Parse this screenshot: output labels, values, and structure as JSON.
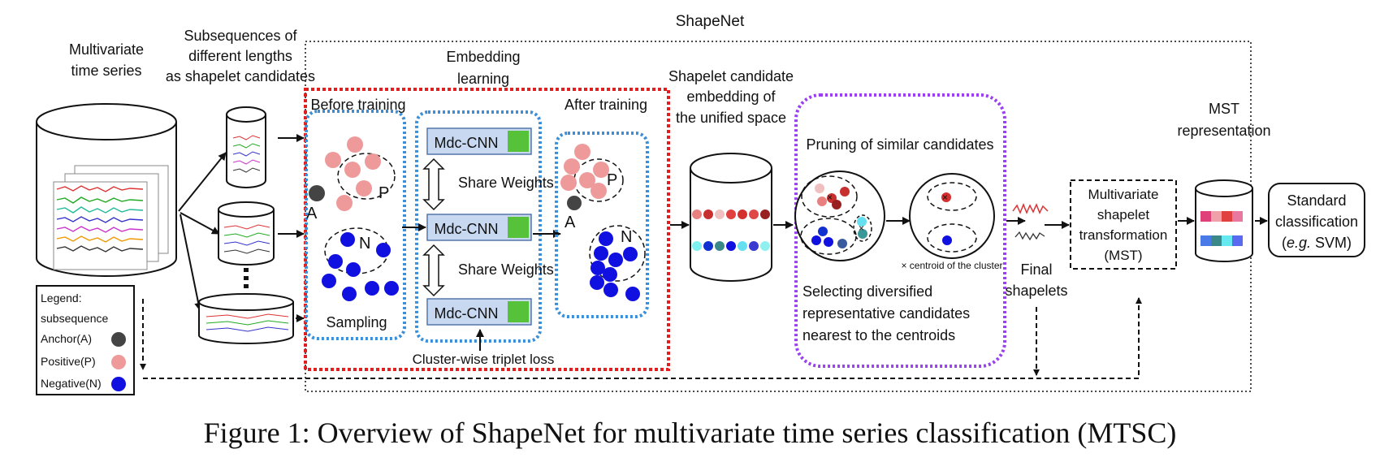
{
  "title": "ShapeNet",
  "input": {
    "label_line1": "Multivariate",
    "label_line2": "time series"
  },
  "subsequences": {
    "label_line1": "Subsequences of",
    "label_line2": "different lengths",
    "label_line3": "as shapelet candidates"
  },
  "embedding": {
    "label_line1": "Embedding",
    "label_line2": "learning",
    "before_training": "Before training",
    "after_training": "After training",
    "sampling": "Sampling",
    "anchor_letter": "A",
    "positive_letter": "P",
    "negative_letter": "N",
    "cnn_label": "Mdc-CNN",
    "share_weights": "Share Weights",
    "loss": "Cluster-wise triplet loss"
  },
  "unified": {
    "label_line1": "Shapelet candidate",
    "label_line2": "embedding of",
    "label_line3": "the unified space"
  },
  "pruning": {
    "title": "Pruning of similar candidates",
    "centroid_note": "× centroid of the cluster",
    "select_line1": "Selecting diversified",
    "select_line2": "representative candidates",
    "select_line3": "nearest to the centroids"
  },
  "final": {
    "label_line1": "Final",
    "label_line2": "shapelets"
  },
  "mst": {
    "line1": "Multivariate",
    "line2": "shapelet",
    "line3": "transformation",
    "line4": "(MST)",
    "repr_line1": "MST",
    "repr_line2": "representation"
  },
  "classification": {
    "line1": "Standard",
    "line2": "classification",
    "line3_prefix": "(",
    "line3_italic": "e.g.",
    "line3_suffix": " SVM)"
  },
  "legend": {
    "title": "Legend:",
    "subtitle": "subsequence",
    "anchor": "Anchor(A)",
    "positive": "Positive(P)",
    "negative": "Negative(N)"
  },
  "colors": {
    "anchor": "#444444",
    "positive": "#ee9a9a",
    "negative": "#1010e0",
    "red_frame": "#e02020",
    "blue_frame": "#3a8fd8",
    "purple_frame": "#9a40f0",
    "cnn_fill": "#c8d8f0",
    "cnn_block": "#55c23a"
  },
  "caption": "Figure 1: Overview of ShapeNet for multivariate time series classification (MTSC)"
}
